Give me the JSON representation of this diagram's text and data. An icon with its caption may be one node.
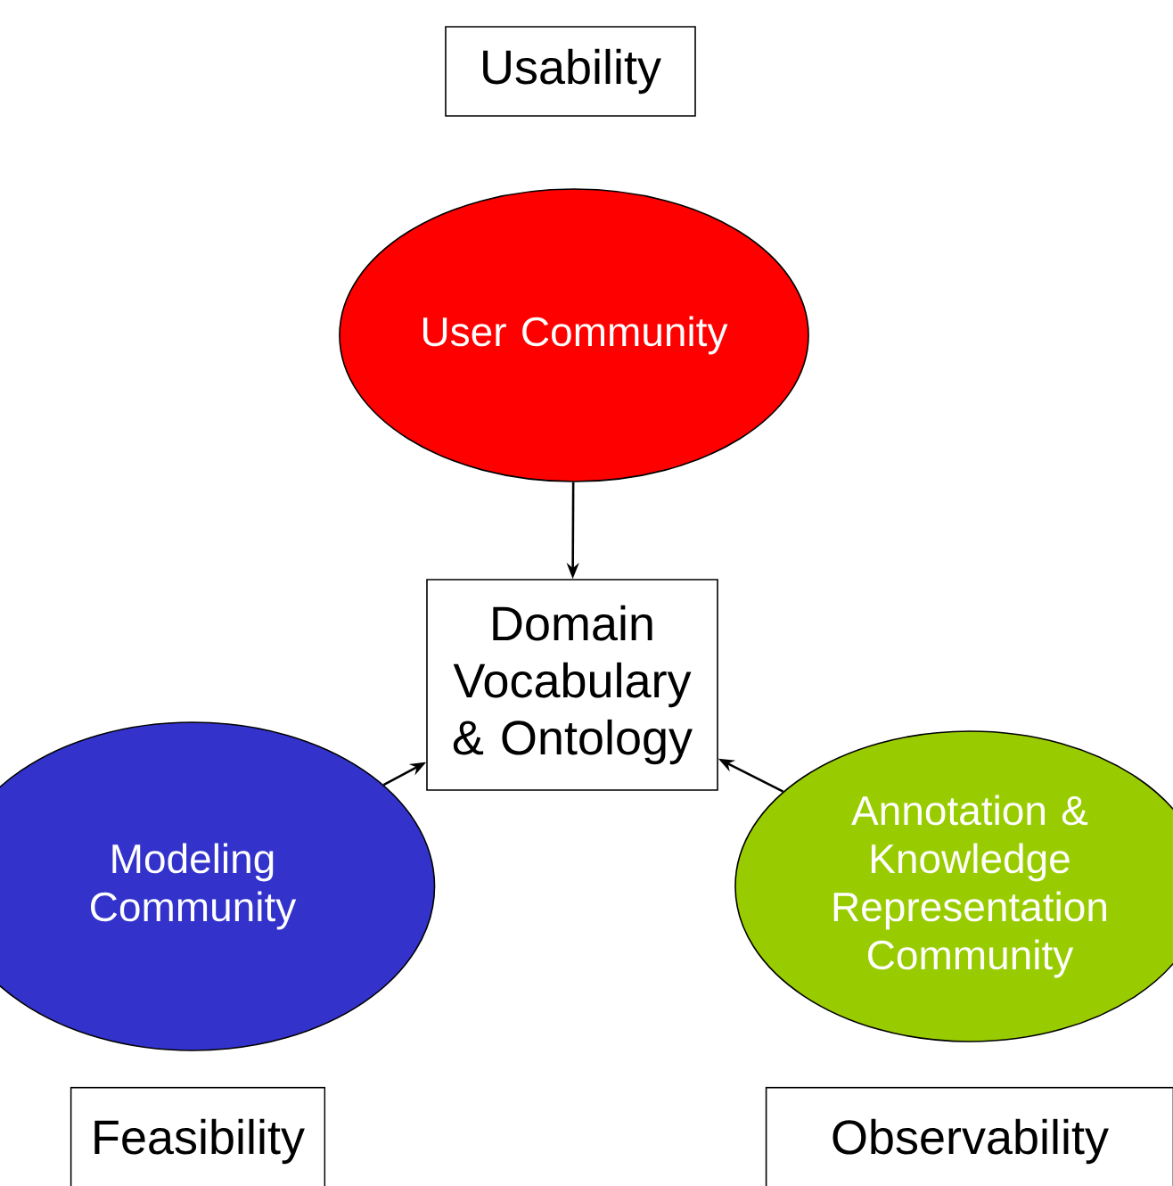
{
  "diagram": {
    "nodes": [
      {
        "text": [
          "Usability"
        ]
      },
      {
        "text": [
          "User Community"
        ]
      },
      {
        "text": [
          "Domain Vocabulary & Ontology"
        ]
      },
      {
        "text": [
          "Modeling Community"
        ]
      },
      {
        "text": [
          "Annotation & Knowledge Representation Community"
        ]
      },
      {
        "text": [
          "Feasibility"
        ]
      },
      {
        "text": [
          "Observability"
        ]
      }
    ],
    "edges": [
      {
        "from": 1,
        "to": 2,
        "arrow": "to"
      },
      {
        "from": 3,
        "to": 2,
        "arrow": "to"
      },
      {
        "from": 4,
        "to": 2,
        "arrow": "to"
      }
    ]
  }
}
